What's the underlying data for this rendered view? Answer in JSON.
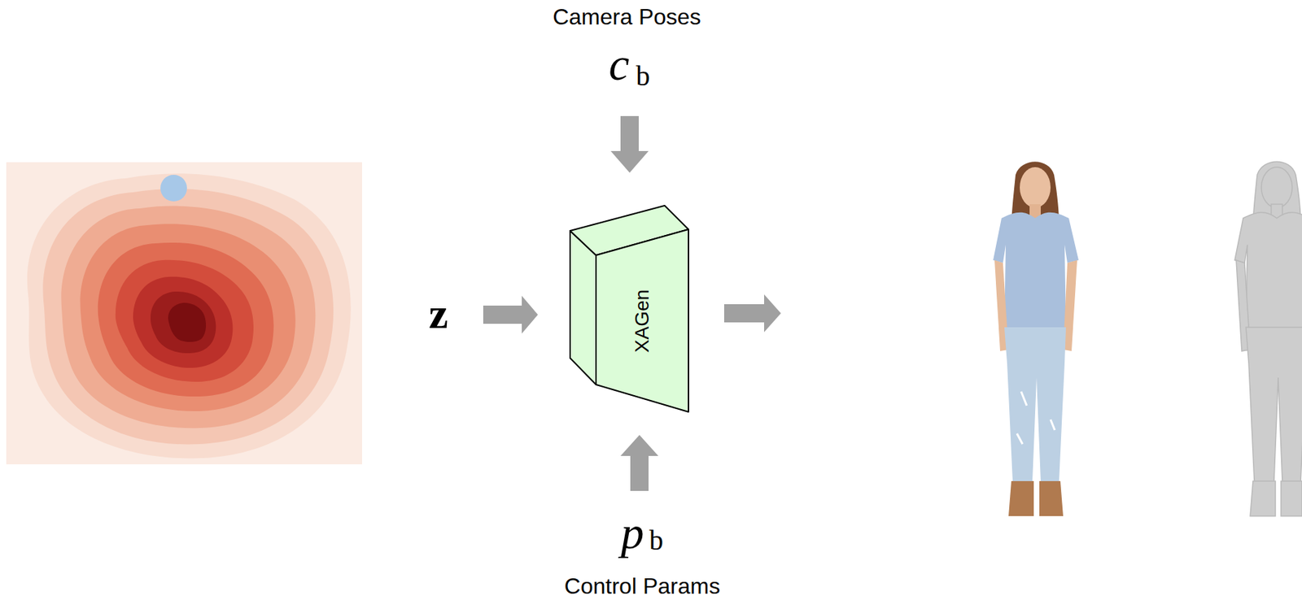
{
  "diagram": {
    "nodes": [
      {
        "text": [
          "XAGen"
        ]
      }
    ],
    "labels": [
      "Camera Poses",
      "c",
      "b",
      "z",
      "p",
      "b",
      "Control Params"
    ]
  }
}
